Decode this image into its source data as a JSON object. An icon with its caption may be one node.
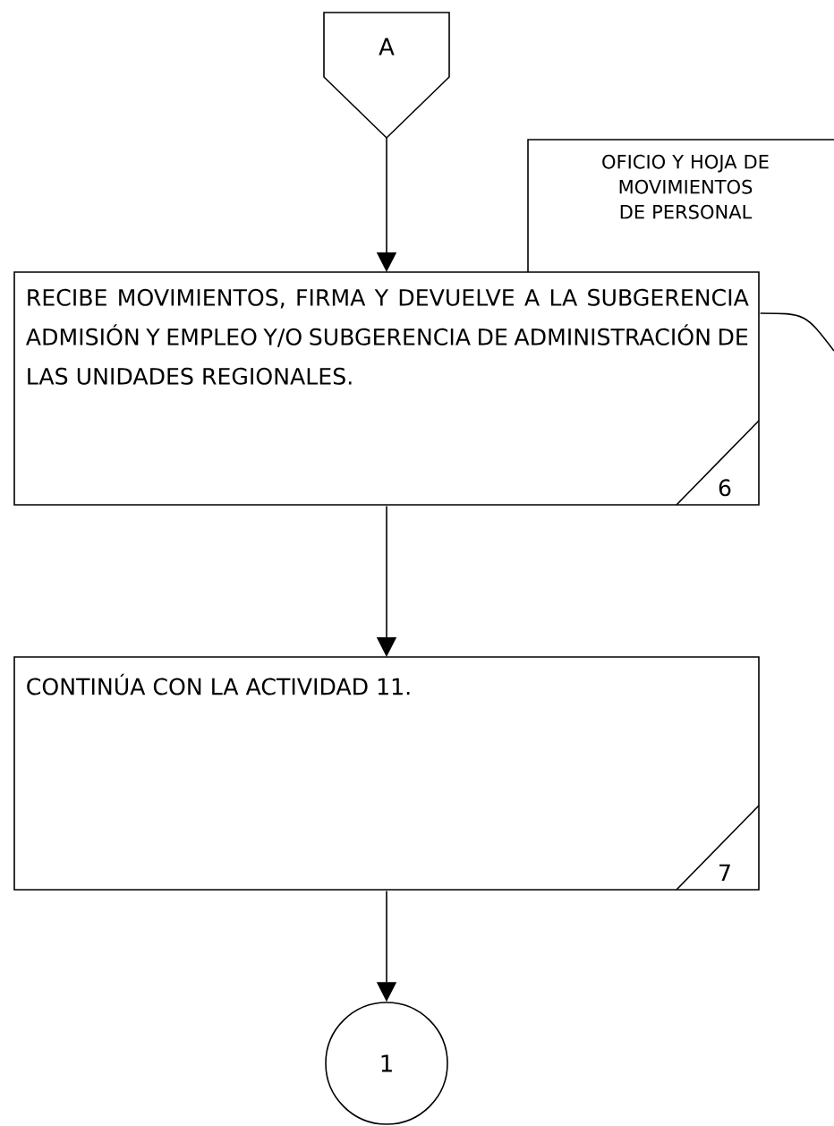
{
  "diagram": {
    "nodes": [
      {
        "text": [
          "A"
        ]
      },
      {
        "text": [
          "OFICIO Y HOJA DE MOVIMIENTOS DE PERSONAL"
        ]
      },
      {
        "text": [
          "RECIBE MOVIMIENTOS, FIRMA Y DEVUELVE A LA SUBGERENCIA ADMISIÓN Y EMPLEO Y/O SUBGERENCIA DE ADMINISTRACIÓN DE LAS UNIDADES REGIONALES.",
          "6"
        ]
      },
      {
        "text": [
          "CONTINÚA CON LA ACTIVIDAD 11.",
          "7"
        ]
      },
      {
        "text": [
          "1"
        ]
      }
    ],
    "edges": [
      {
        "from": 0,
        "to": 2,
        "arrow": "to"
      },
      {
        "from": 2,
        "to": 3,
        "arrow": "to"
      },
      {
        "from": 3,
        "to": 4,
        "arrow": "to"
      },
      {
        "from": 2,
        "to": null,
        "arrow": "none"
      }
    ]
  }
}
